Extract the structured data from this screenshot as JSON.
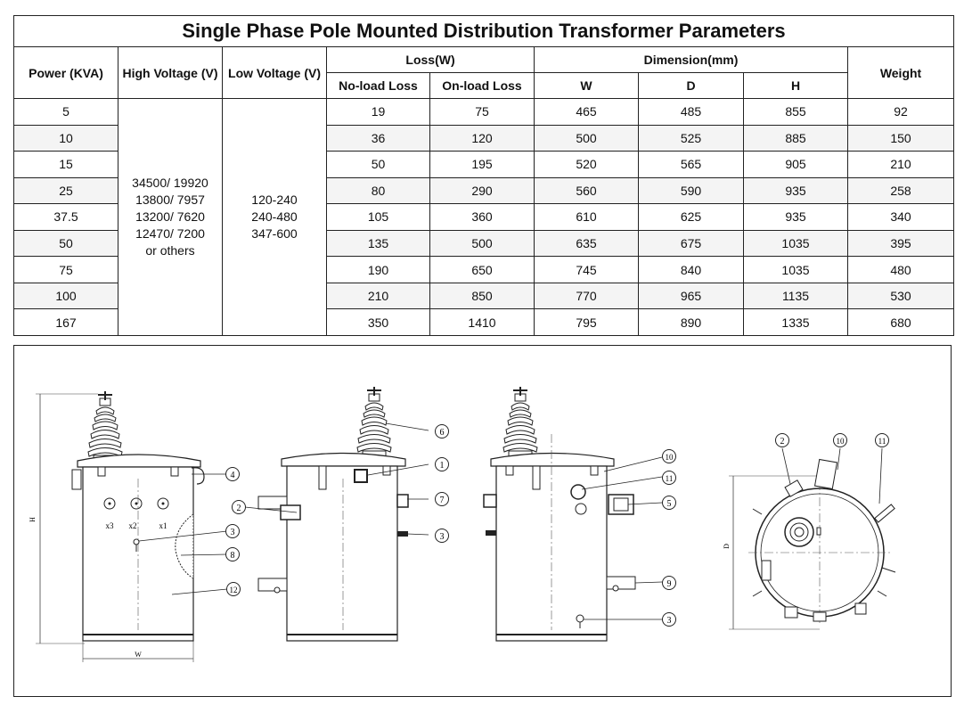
{
  "title": "Single Phase Pole Mounted Distribution Transformer Parameters",
  "headers": {
    "power": "Power (KVA)",
    "high_voltage": "High Voltage (V)",
    "low_voltage": "Low Voltage (V)",
    "loss": "Loss(W)",
    "no_load": "No-load Loss",
    "on_load": "On-load Loss",
    "dimension": "Dimension(mm)",
    "w": "W",
    "d": "D",
    "h": "H",
    "weight": "Weight"
  },
  "high_voltage_lines": [
    "34500/ 19920",
    "13800/ 7957",
    "13200/ 7620",
    "12470/ 7200",
    "or others"
  ],
  "low_voltage_lines": [
    "120-240",
    "240-480",
    "347-600"
  ],
  "rows": [
    {
      "power": "5",
      "no_load": "19",
      "on_load": "75",
      "w": "465",
      "d": "485",
      "h": "855",
      "weight": "92"
    },
    {
      "power": "10",
      "no_load": "36",
      "on_load": "120",
      "w": "500",
      "d": "525",
      "h": "885",
      "weight": "150"
    },
    {
      "power": "15",
      "no_load": "50",
      "on_load": "195",
      "w": "520",
      "d": "565",
      "h": "905",
      "weight": "210"
    },
    {
      "power": "25",
      "no_load": "80",
      "on_load": "290",
      "w": "560",
      "d": "590",
      "h": "935",
      "weight": "258"
    },
    {
      "power": "37.5",
      "no_load": "105",
      "on_load": "360",
      "w": "610",
      "d": "625",
      "h": "935",
      "weight": "340"
    },
    {
      "power": "50",
      "no_load": "135",
      "on_load": "500",
      "w": "635",
      "d": "675",
      "h": "1035",
      "weight": "395"
    },
    {
      "power": "75",
      "no_load": "190",
      "on_load": "650",
      "w": "745",
      "d": "840",
      "h": "1035",
      "weight": "480"
    },
    {
      "power": "100",
      "no_load": "210",
      "on_load": "850",
      "w": "770",
      "d": "965",
      "h": "1135",
      "weight": "530"
    },
    {
      "power": "167",
      "no_load": "350",
      "on_load": "1410",
      "w": "795",
      "d": "890",
      "h": "1335",
      "weight": "680"
    }
  ],
  "drawing": {
    "dim_h": "H",
    "dim_w": "W",
    "dim_d": "D",
    "terminals": [
      "x3",
      "x2",
      "x1"
    ],
    "callouts": [
      "1",
      "2",
      "3",
      "4",
      "5",
      "6",
      "7",
      "8",
      "9",
      "10",
      "11",
      "12"
    ]
  }
}
